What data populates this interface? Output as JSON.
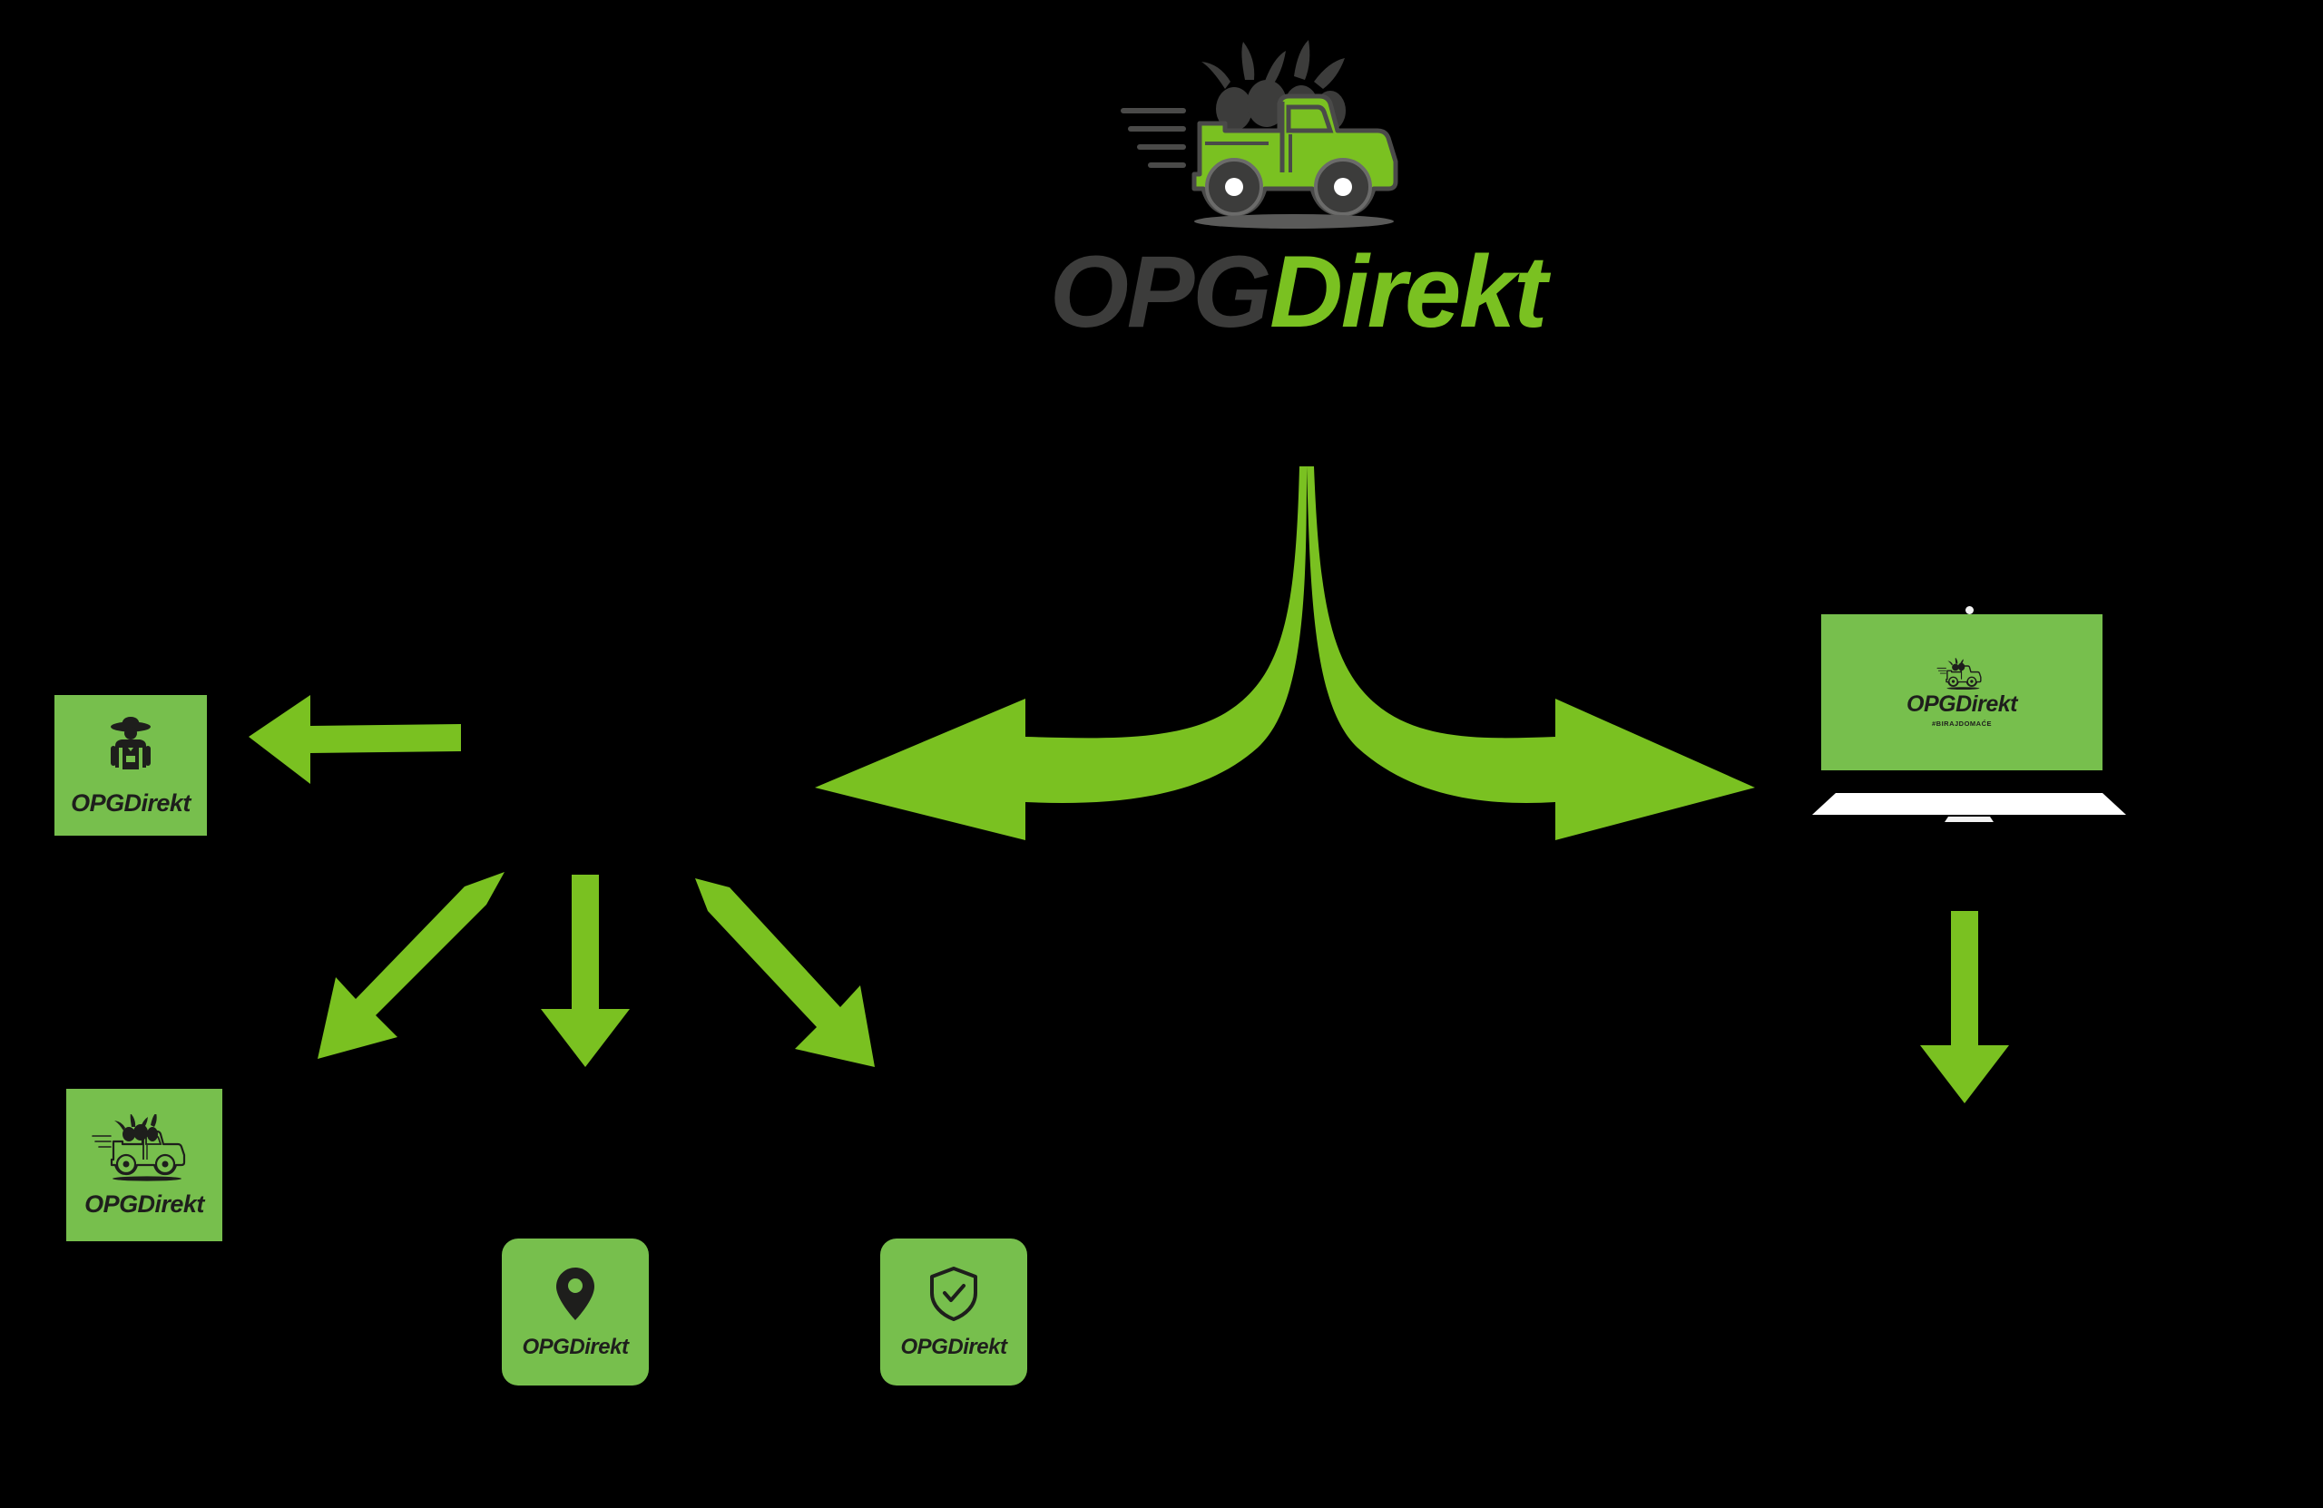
{
  "brand": {
    "name_part_one": "OPG",
    "name_part_two": "Direkt",
    "tagline": "#BIRAJDOMAĆE",
    "color_dark": "#3C3C3B",
    "color_green": "#7AC121",
    "color_tile_green": "#77BF4D",
    "color_background": "#000000"
  },
  "hero": {
    "icon": "delivery-truck-with-vegetables-icon",
    "name_part_one": "OPG",
    "name_part_two": "Direkt"
  },
  "arrows": {
    "left_major": "curved-arrow-pointing-left",
    "right_major": "curved-arrow-pointing-right",
    "to_farmer": "arrow-pointing-left",
    "to_delivery": "arrow-pointing-down-left",
    "to_location": "arrow-pointing-down",
    "to_quality": "arrow-pointing-down-right",
    "to_webshop": "arrow-pointing-down"
  },
  "tiles": [
    {
      "id": "farmer",
      "icon": "farmer-icon",
      "name_part_one": "OPG",
      "name_part_two": "Direkt"
    },
    {
      "id": "delivery",
      "icon": "delivery-truck-icon",
      "name_part_one": "OPG",
      "name_part_two": "Direkt"
    },
    {
      "id": "location",
      "icon": "location-pin-icon",
      "name_part_one": "OPG",
      "name_part_two": "Direkt"
    },
    {
      "id": "quality",
      "icon": "shield-check-icon",
      "name_part_one": "OPG",
      "name_part_two": "Direkt"
    }
  ],
  "laptop": {
    "icon": "laptop-icon",
    "screen_icon": "delivery-truck-icon",
    "name_part_one": "OPG",
    "name_part_two": "Direkt",
    "tagline": "#BIRAJDOMAĆE"
  }
}
